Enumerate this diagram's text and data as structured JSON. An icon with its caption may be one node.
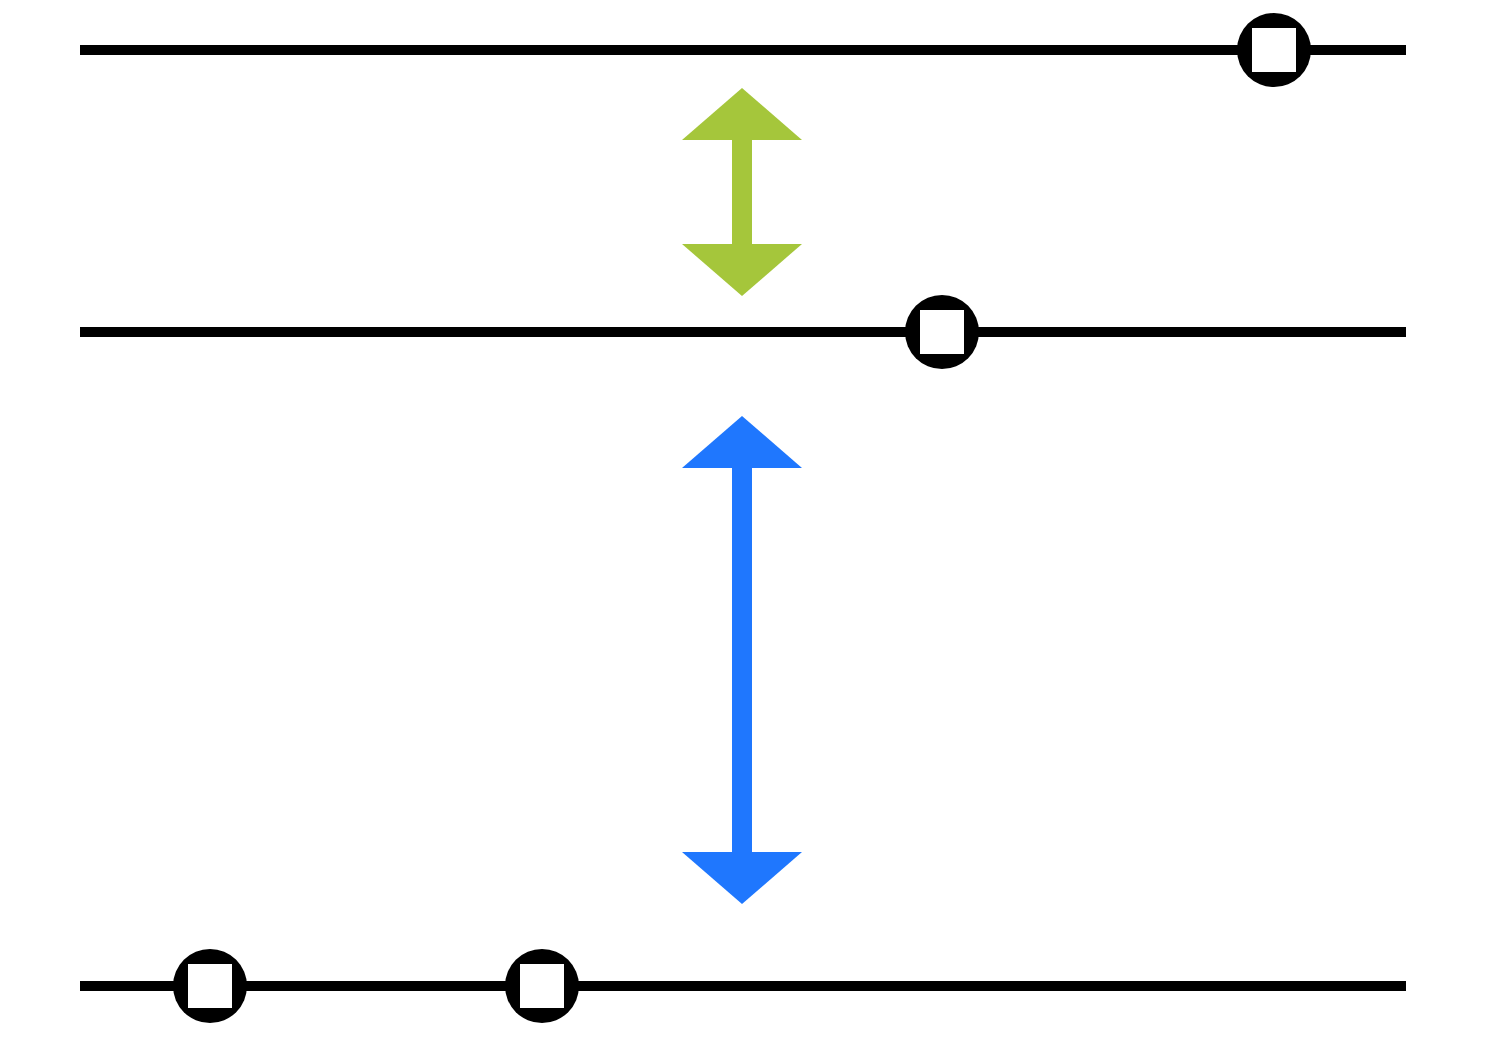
{
  "diagram": {
    "nodes": [
      {
        "text": [],
        "shape": "line"
      },
      {
        "text": [],
        "shape": "line"
      },
      {
        "text": [],
        "shape": "line"
      }
    ],
    "edges": [
      {
        "from": 0,
        "to": 1,
        "arrow": "both",
        "color": "#a5c63b"
      },
      {
        "from": 1,
        "to": 2,
        "arrow": "both",
        "color": "#1f77fe"
      }
    ]
  }
}
